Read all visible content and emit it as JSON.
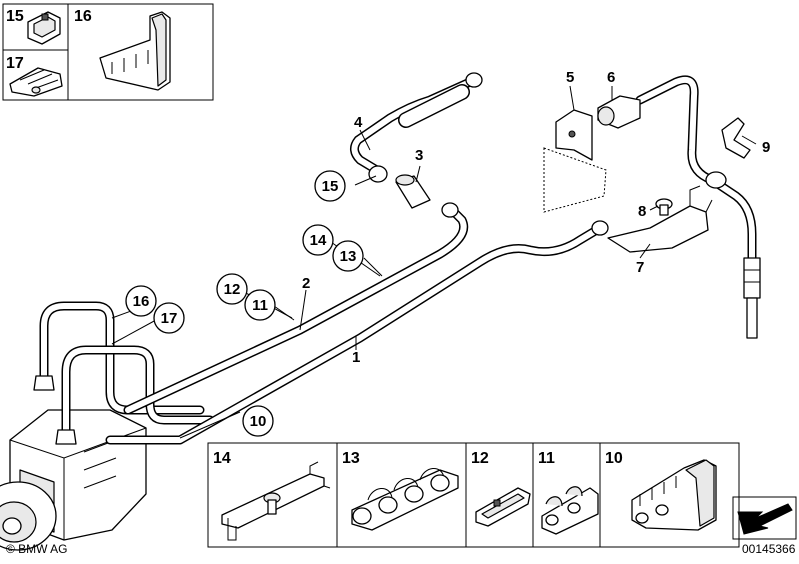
{
  "diagram": {
    "copyright": "© BMW AG",
    "diagram_number": "00145366",
    "callouts": {
      "c1": "1",
      "c2": "2",
      "c3": "3",
      "c4": "4",
      "c5": "5",
      "c6": "6",
      "c7": "7",
      "c8": "8",
      "c9": "9",
      "c10": "10",
      "c11": "11",
      "c12": "12",
      "c13": "13",
      "c14": "14",
      "c15": "15",
      "c16": "16",
      "c17": "17"
    },
    "inset_boxes": {
      "b15": "15",
      "b16": "16",
      "b17": "17",
      "b14": "14",
      "b13": "13",
      "b12": "12",
      "b11": "11",
      "b10": "10"
    }
  }
}
